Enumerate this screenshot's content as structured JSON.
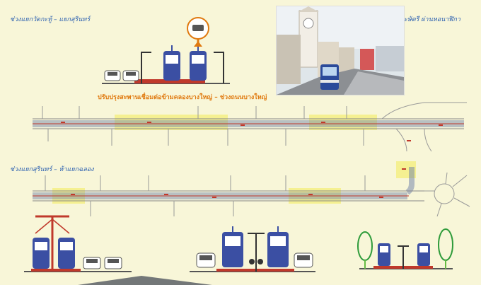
{
  "labels": {
    "section1_title": "ช่วงแยกวัดกะทู้ – แยกสุรินทร์",
    "section1_right": "ถนนเทพกระษัตรี ผ่านหอนาฬิกา",
    "orange_caption": "ปรับปรุงสะพานเชื่อมต่อข้ามคลองบางใหญ่ – ช่วงถนนบางใหญ่",
    "section2_title": "ช่วงแยกสุรินทร์ – ห้าแยกฉลอง"
  },
  "colors": {
    "background": "#f8f6d8",
    "road": "#6b7ea8",
    "highlight": "#f4f08a",
    "tram_body": "#3b4fa3",
    "station": "#c0392b",
    "orange": "#e07a10",
    "caption_blue": "#2a5fb0"
  },
  "icons": [
    "tram-icon",
    "car-icon",
    "tree-icon",
    "street-lamp-icon",
    "tram-callout-icon"
  ]
}
